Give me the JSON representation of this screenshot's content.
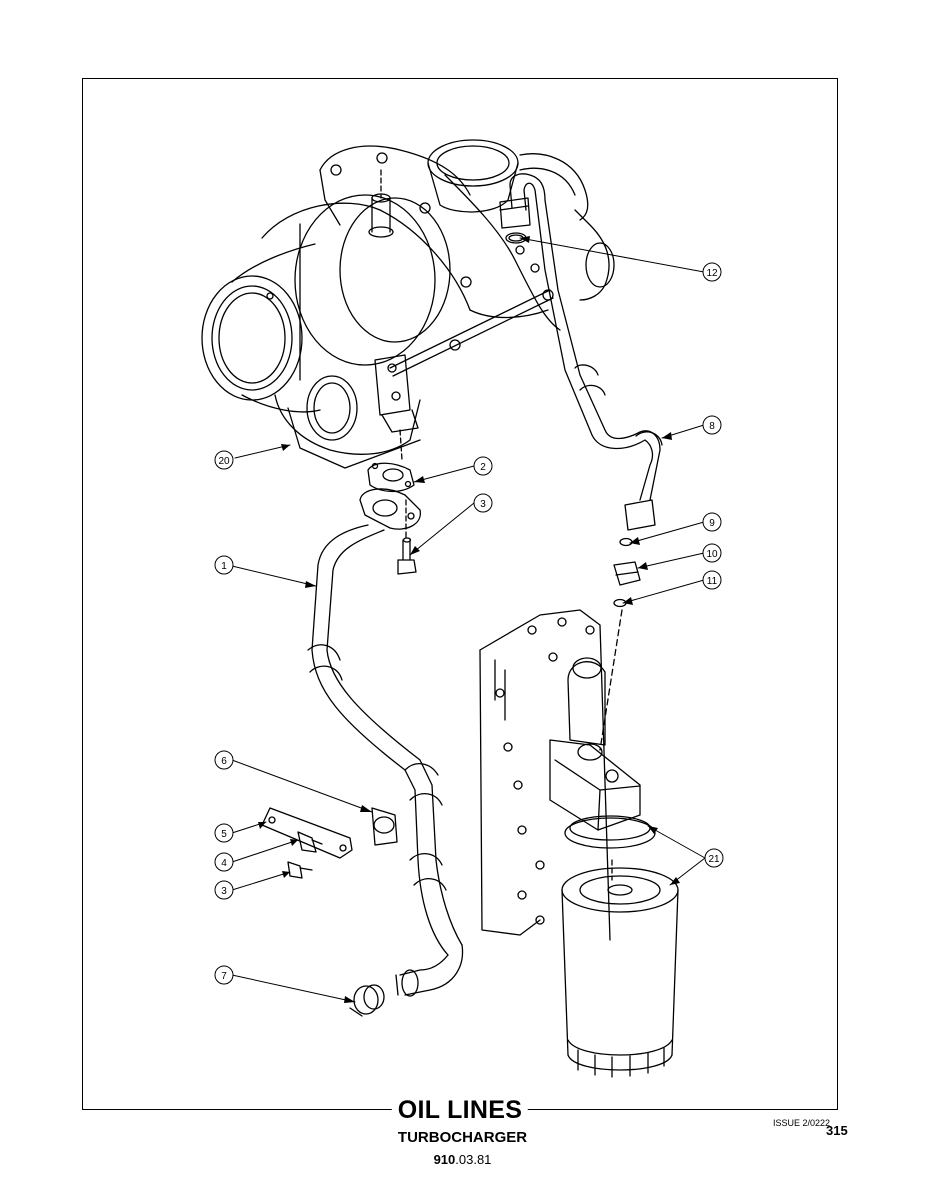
{
  "title": "OIL LINES",
  "subtitle": "TURBOCHARGER",
  "code_bold": "910",
  "code_rest": ".03.81",
  "issue": "ISSUE 2/0222",
  "page_number": "315",
  "callouts": {
    "c1": "1",
    "c2": "2",
    "c3a": "3",
    "c3b": "3",
    "c4": "4",
    "c5": "5",
    "c6": "6",
    "c7": "7",
    "c8": "8",
    "c9": "9",
    "c10": "10",
    "c11": "11",
    "c12": "12",
    "c20": "20",
    "c21": "21"
  }
}
